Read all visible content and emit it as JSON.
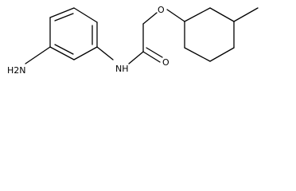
{
  "molecule": {
    "atoms": {
      "amine": "H2N",
      "amide_n": "NH",
      "carbonyl_o": "O",
      "ether_o": "O"
    },
    "colors": {
      "ink": "#000000",
      "background": "#ffffff"
    }
  }
}
